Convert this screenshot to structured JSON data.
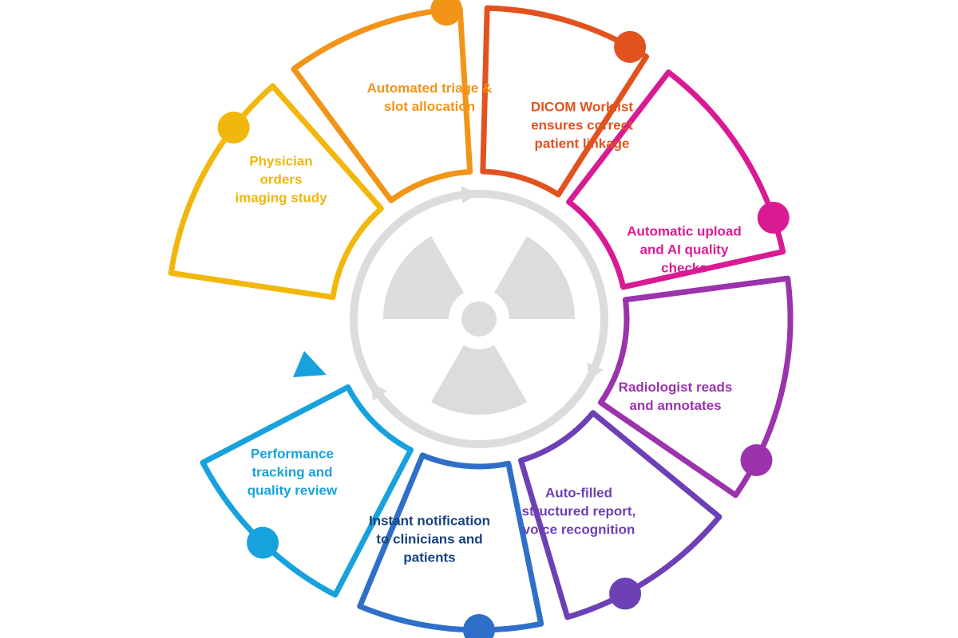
{
  "steps": [
    {
      "label": "Physician orders imaging study",
      "color": "#f1b70d"
    },
    {
      "label": "Automated triage & slot allocation",
      "color": "#f29418"
    },
    {
      "label": "DICOM Worklist ensures correct patient linkage",
      "color": "#e2521f"
    },
    {
      "label": "Automatic upload and AI quality checks",
      "color": "#d81b93"
    },
    {
      "label": "Radiologist reads and annotates",
      "color": "#9b33ac"
    },
    {
      "label": "Auto-filled structured report, voice recognition",
      "color": "#6d40b5"
    },
    {
      "label": "Instant notification to clinicians and patients",
      "color": "#2f6fca"
    },
    {
      "label": "Performance tracking and quality review",
      "color": "#17a2dd"
    }
  ],
  "label_colors": [
    "#f1b70d",
    "#f29418",
    "#e2521f",
    "#d81b93",
    "#9b33ac",
    "#6d40b5",
    "#17427e",
    "#17a2dd"
  ],
  "center": {
    "ring_color": "#dcdcdc",
    "symbol_color": "#dcdcdc",
    "symbol": "radiation-symbol"
  }
}
